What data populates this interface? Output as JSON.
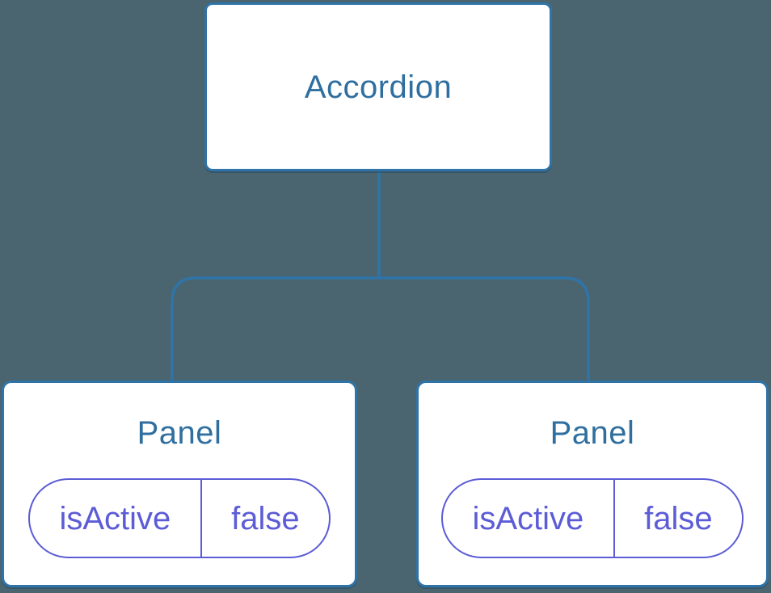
{
  "diagram": {
    "root": {
      "label": "Accordion"
    },
    "children": [
      {
        "label": "Panel",
        "state": {
          "name": "isActive",
          "value": "false"
        }
      },
      {
        "label": "Panel",
        "state": {
          "name": "isActive",
          "value": "false"
        }
      }
    ],
    "colors": {
      "background": "#4A6570",
      "node_fill": "#FFFFFF",
      "node_border": "#2F74A8",
      "connector": "#2F74A8",
      "title_text": "#2F6F9F",
      "state_accent": "#5C5CD6"
    }
  }
}
